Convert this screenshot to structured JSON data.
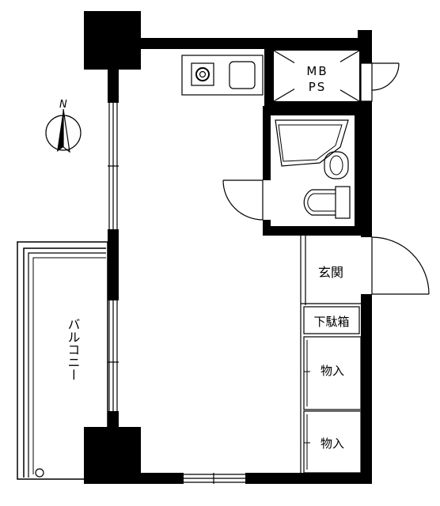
{
  "compass": {
    "north_label": "N"
  },
  "labels": {
    "mb": "MB",
    "ps": "PS",
    "genkan": "玄関",
    "getabako": "下駄箱",
    "storage_1": "物入",
    "storage_2": "物入",
    "balcony": "バルコニー"
  }
}
